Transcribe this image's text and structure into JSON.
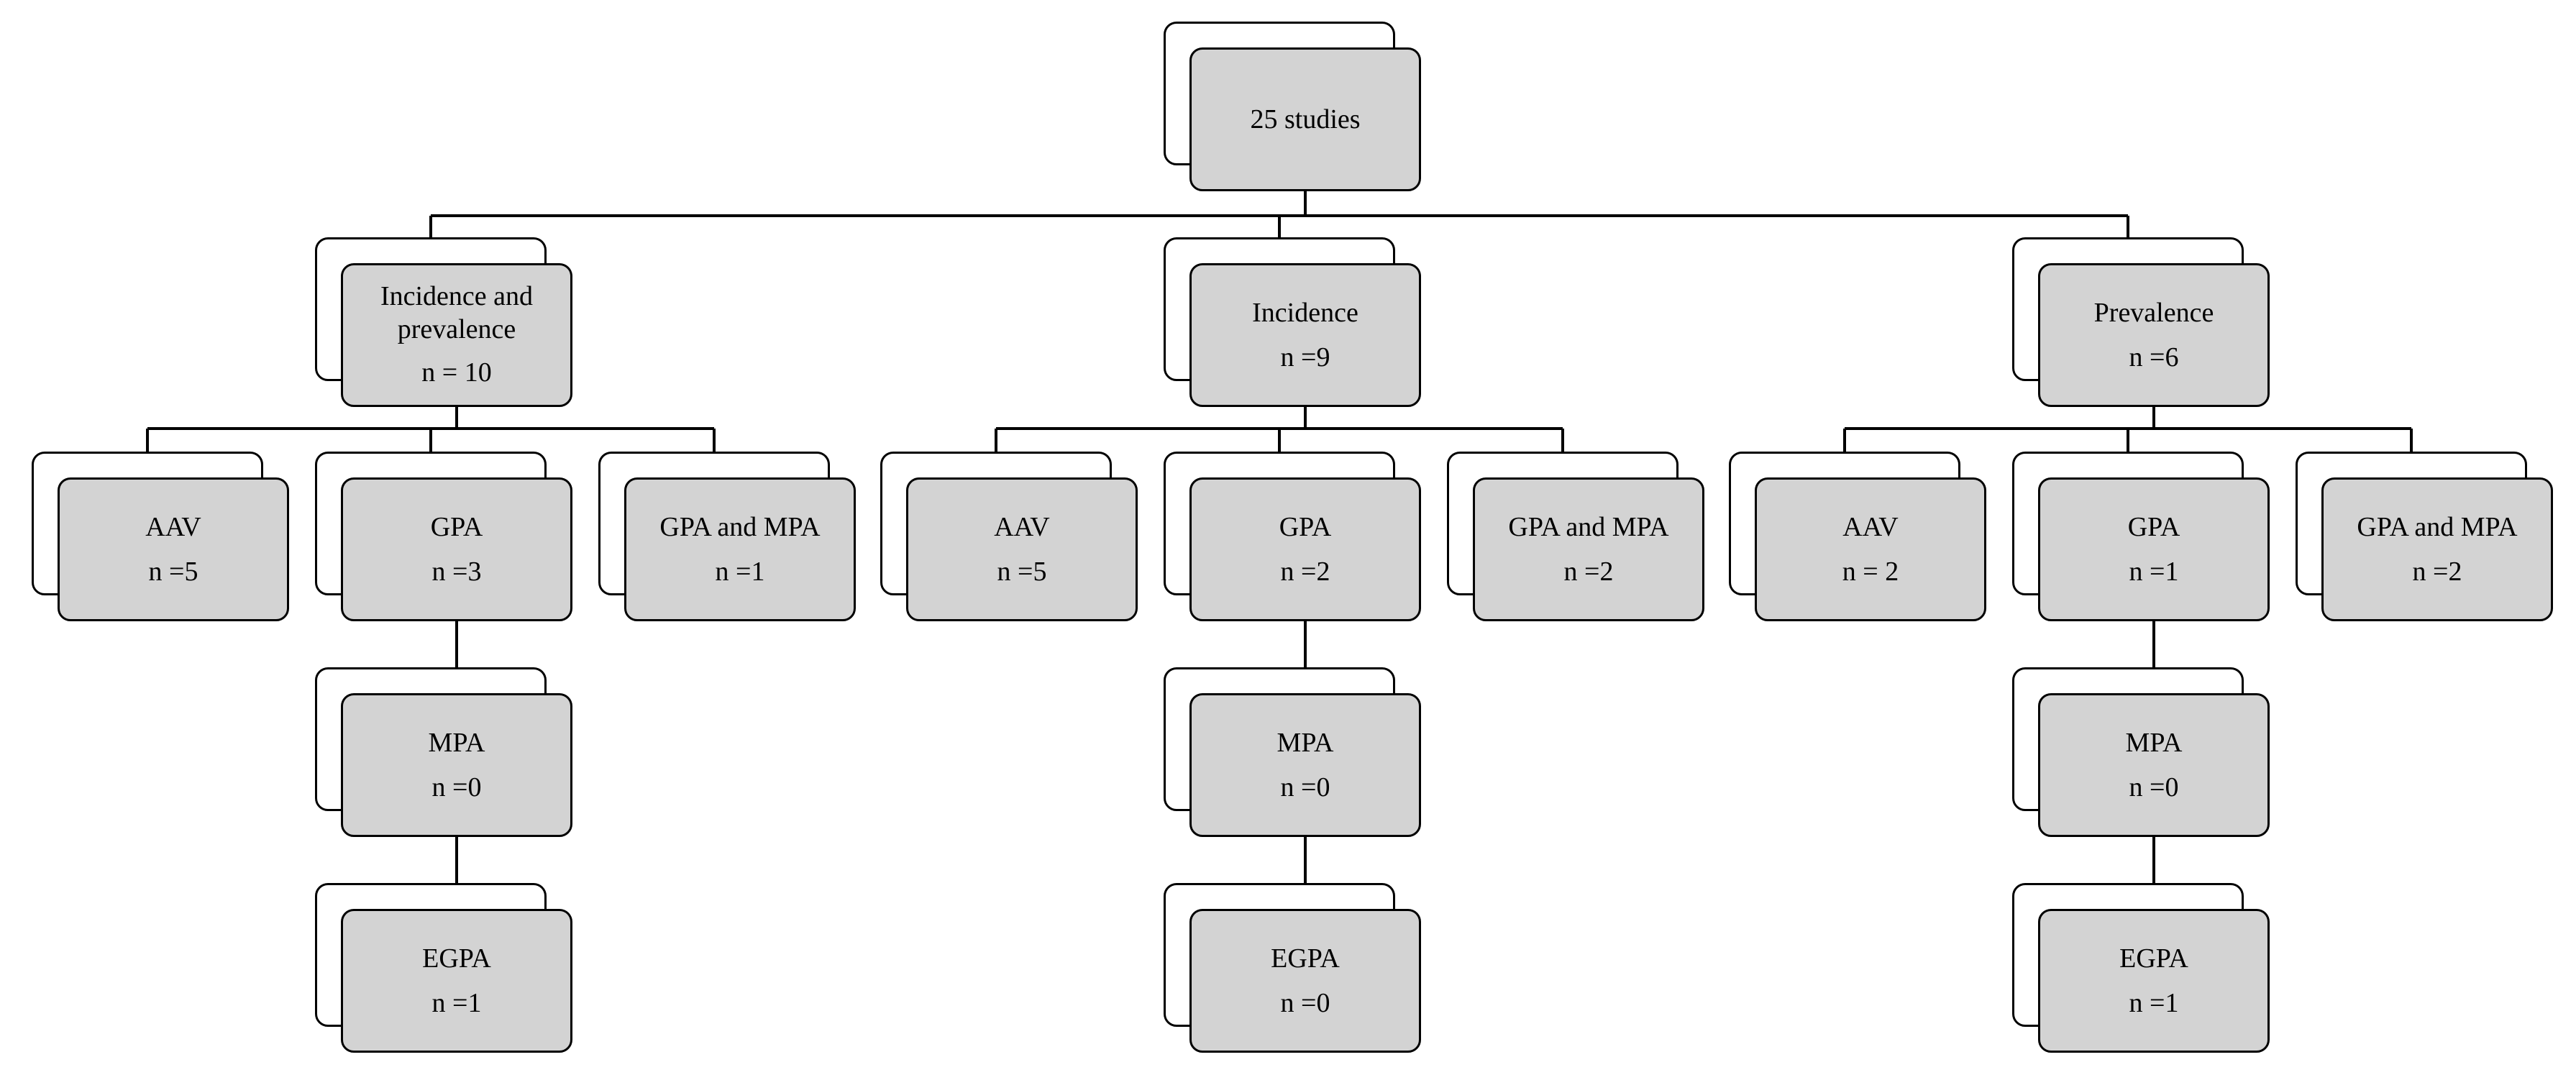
{
  "root": {
    "label": "25 studies"
  },
  "branches": [
    {
      "key": "incprev",
      "title_lines": [
        "Incidence and",
        "prevalence"
      ],
      "count": "n = 10",
      "types": [
        {
          "key": "aav",
          "label": "AAV",
          "count": "n =5"
        },
        {
          "key": "gpa",
          "label": "GPA",
          "count": "n =3"
        },
        {
          "key": "gpampa",
          "label": "GPA and MPA",
          "count": "n =1"
        }
      ],
      "chain": [
        {
          "key": "mpa",
          "label": "MPA",
          "count": "n =0"
        },
        {
          "key": "egpa",
          "label": "EGPA",
          "count": "n =1"
        }
      ]
    },
    {
      "key": "inc",
      "title_lines": [
        "Incidence"
      ],
      "count": "n =9",
      "types": [
        {
          "key": "aav",
          "label": "AAV",
          "count": "n =5"
        },
        {
          "key": "gpa",
          "label": "GPA",
          "count": "n =2"
        },
        {
          "key": "gpampa",
          "label": "GPA and MPA",
          "count": "n =2"
        }
      ],
      "chain": [
        {
          "key": "mpa",
          "label": "MPA",
          "count": "n =0"
        },
        {
          "key": "egpa",
          "label": "EGPA",
          "count": "n =0"
        }
      ]
    },
    {
      "key": "prev",
      "title_lines": [
        "Prevalence"
      ],
      "count": "n =6",
      "types": [
        {
          "key": "aav",
          "label": "AAV",
          "count": "n = 2"
        },
        {
          "key": "gpa",
          "label": "GPA",
          "count": "n =1"
        },
        {
          "key": "gpampa",
          "label": "GPA and MPA",
          "count": "n =2"
        }
      ],
      "chain": [
        {
          "key": "mpa",
          "label": "MPA",
          "count": "n =0"
        },
        {
          "key": "egpa",
          "label": "EGPA",
          "count": "n =1"
        }
      ]
    }
  ]
}
